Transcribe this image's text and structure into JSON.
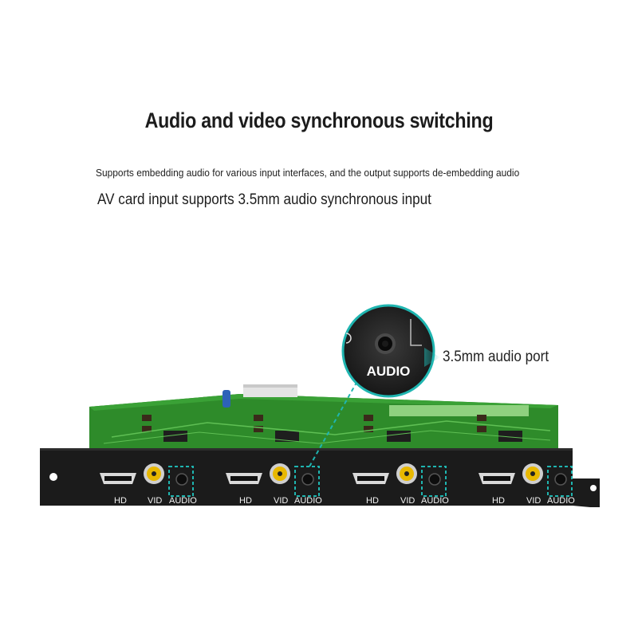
{
  "heading": {
    "title": "Audio and video synchronous switching",
    "subtitle": "Supports embedding audio for various input interfaces, and the output supports de-embedding audio",
    "feature": "AV card input supports 3.5mm audio synchronous input"
  },
  "callout": {
    "zoom_label": "AUDIO",
    "port_label": "3.5mm audio port"
  },
  "ports": [
    {
      "hd": "HD",
      "vid": "VID",
      "audio": "AUDIO"
    },
    {
      "hd": "HD",
      "vid": "VID",
      "audio": "AUDIO"
    },
    {
      "hd": "HD",
      "vid": "VID",
      "audio": "AUDIO"
    },
    {
      "hd": "HD",
      "vid": "VID",
      "audio": "AUDIO"
    }
  ],
  "colors": {
    "pcb_green": "#2e8b2a",
    "panel_black": "#1b1b1b",
    "highlight_teal": "#1fb5b0",
    "rca_yellow": "#e8b800"
  }
}
